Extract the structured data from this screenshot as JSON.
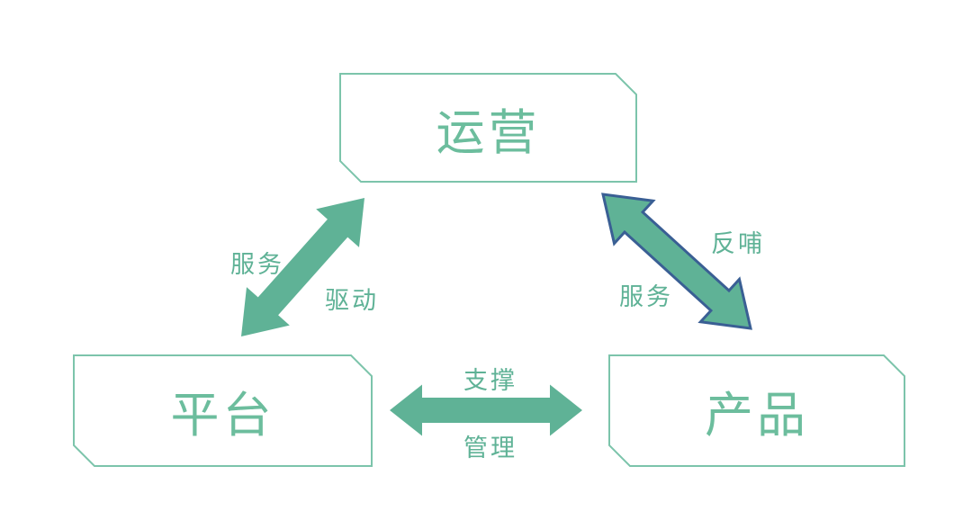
{
  "diagram": {
    "title": "platform-operations-product relationship diagram",
    "nodes": {
      "operations": {
        "label": "运营"
      },
      "platform": {
        "label": "平台"
      },
      "product": {
        "label": "产品"
      }
    },
    "edges": {
      "platform_operations": {
        "type": "double-arrow-diagonal",
        "label_upper": "服务",
        "label_lower": "驱动"
      },
      "operations_product": {
        "type": "double-arrow-diagonal-outlined",
        "label_upper": "反哺",
        "label_lower": "服务"
      },
      "platform_product": {
        "type": "double-arrow-horizontal",
        "label_upper": "支撑",
        "label_lower": "管理"
      }
    },
    "colors": {
      "arrow_green": "#5FB296",
      "box_border_green": "#7CC4AB",
      "box_text_green": "#6CBD9D",
      "arrow_outline_blue": "#3A5F94",
      "background": "#FFFFFF"
    }
  }
}
